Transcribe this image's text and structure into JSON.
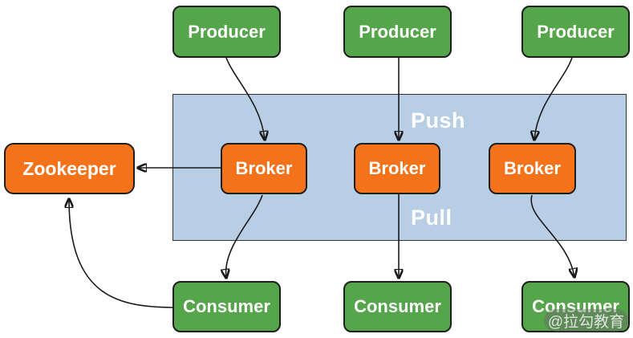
{
  "nodes": {
    "producers": [
      {
        "label": "Producer"
      },
      {
        "label": "Producer"
      },
      {
        "label": "Producer"
      }
    ],
    "brokers": [
      {
        "label": "Broker"
      },
      {
        "label": "Broker"
      },
      {
        "label": "Broker"
      }
    ],
    "consumers": [
      {
        "label": "Consumer"
      },
      {
        "label": "Consumer"
      },
      {
        "label": "Consumer"
      }
    ],
    "zookeeper": {
      "label": "Zookeeper"
    }
  },
  "flow_labels": {
    "push": "Push",
    "pull": "Pull"
  },
  "edges": [
    {
      "from": "producer-1",
      "to": "broker-1"
    },
    {
      "from": "producer-2",
      "to": "broker-2"
    },
    {
      "from": "producer-3",
      "to": "broker-3"
    },
    {
      "from": "broker-1",
      "to": "zookeeper"
    },
    {
      "from": "broker-1",
      "to": "consumer-1"
    },
    {
      "from": "broker-2",
      "to": "consumer-2"
    },
    {
      "from": "broker-3",
      "to": "consumer-3"
    },
    {
      "from": "consumer-1",
      "to": "zookeeper"
    }
  ],
  "watermark": {
    "text": "@拉勾教育"
  },
  "colors": {
    "producer_fill": "#55A64A",
    "broker_fill": "#F4731A",
    "cluster_fill": "#B8CEE4",
    "border": "#1E1E1E",
    "arrow": "#1A1A1A",
    "label_text": "#FFFFFF"
  }
}
